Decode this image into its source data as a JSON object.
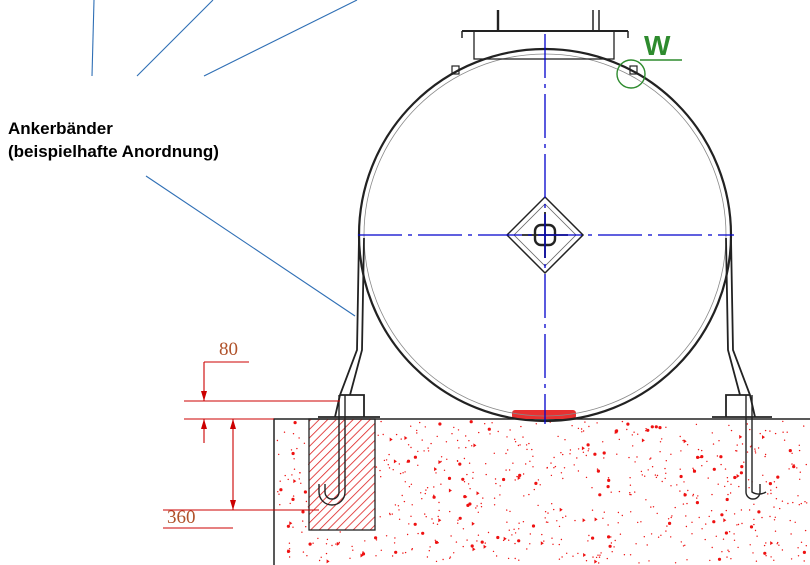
{
  "callout": {
    "line1": "Ankerbänder",
    "line2": "(beispielhafte Anordnung)"
  },
  "dimensions": {
    "upper": "80",
    "lower": "360"
  },
  "weld_marker": "W",
  "colors": {
    "centerline": "#0000cc",
    "dimension": "#cc0000",
    "dimension_text": "#b0522a",
    "leader": "#2f6fb5",
    "weld": "#2e8b2e",
    "concrete": "#ee1111"
  }
}
